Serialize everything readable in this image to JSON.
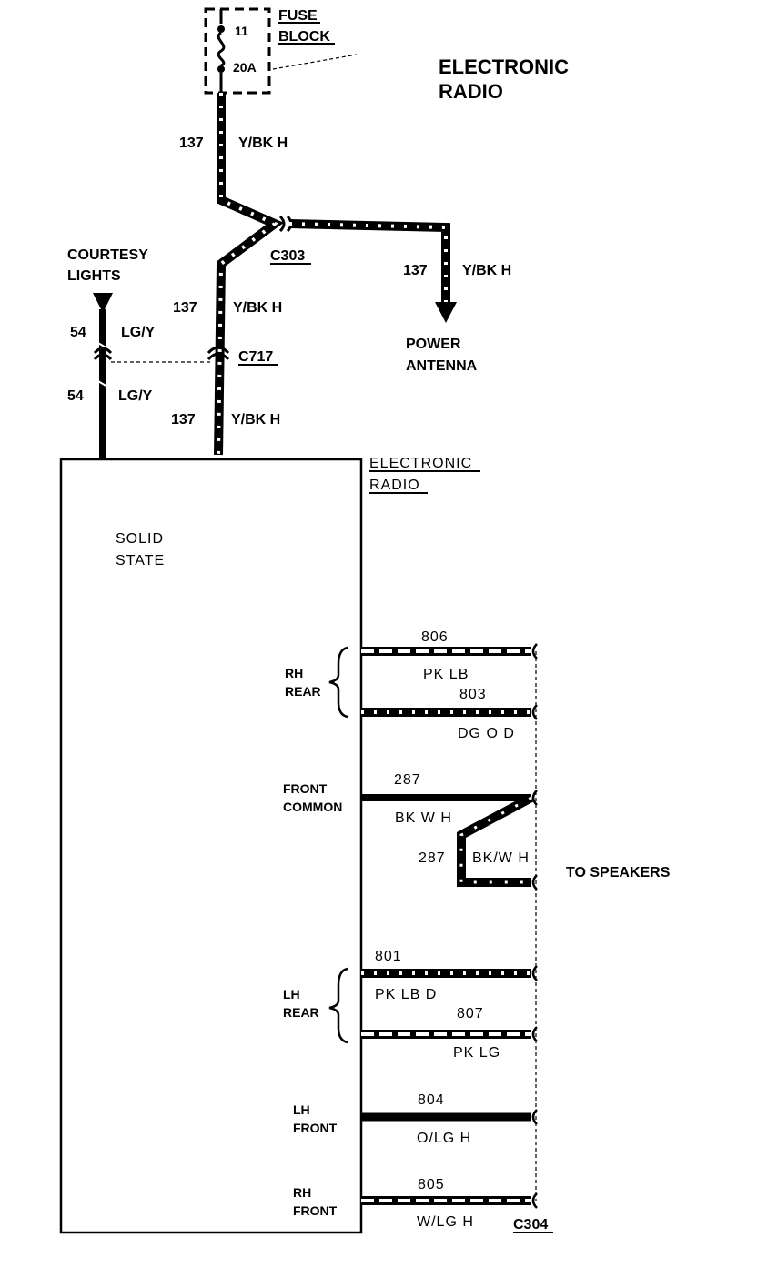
{
  "title": {
    "line1": "ELECTRONIC",
    "line2": "RADIO"
  },
  "fuse": {
    "line1": "FUSE",
    "line2": "BLOCK",
    "number": "11",
    "rating": "20A"
  },
  "circuits": {
    "c137_top": {
      "num": "137",
      "color": "Y/BK H"
    },
    "c137_ant": {
      "num": "137",
      "color": "Y/BK H"
    },
    "c137_mid": {
      "num": "137",
      "color": "Y/BK H"
    },
    "c137_bot": {
      "num": "137",
      "color": "Y/BK H"
    },
    "c54_top": {
      "num": "54",
      "color": "LG/Y"
    },
    "c54_bot": {
      "num": "54",
      "color": "LG/Y"
    }
  },
  "connectors": {
    "c303": "C303",
    "c717": "C717",
    "c304": "C304"
  },
  "courtesy": {
    "line1": "COURTESY",
    "line2": "LIGHTS"
  },
  "antenna": {
    "line1": "POWER",
    "line2": "ANTENNA"
  },
  "radio_box": {
    "line1": "ELECTRONIC",
    "line2": "RADIO",
    "inner1": "SOLID",
    "inner2": "STATE"
  },
  "speaker_groups": {
    "rh_rear": {
      "line1": "RH",
      "line2": "REAR"
    },
    "front_common": {
      "line1": "FRONT",
      "line2": "COMMON"
    },
    "lh_rear": {
      "line1": "LH",
      "line2": "REAR"
    },
    "lh_front": {
      "line1": "LH",
      "line2": "FRONT"
    },
    "rh_front": {
      "line1": "RH",
      "line2": "FRONT"
    }
  },
  "speaker_wires": {
    "w806": {
      "num": "806",
      "color": "PK LB"
    },
    "w803": {
      "num": "803",
      "color": "DG O D"
    },
    "w287a": {
      "num": "287",
      "color": "BK W H"
    },
    "w287b": {
      "num": "287",
      "color": "BK/W H"
    },
    "w801": {
      "num": "801",
      "color": "PK LB D"
    },
    "w807": {
      "num": "807",
      "color": "PK LG"
    },
    "w804": {
      "num": "804",
      "color": "O/LG H"
    },
    "w805": {
      "num": "805",
      "color": "W/LG H"
    }
  },
  "to_speakers": "TO SPEAKERS"
}
